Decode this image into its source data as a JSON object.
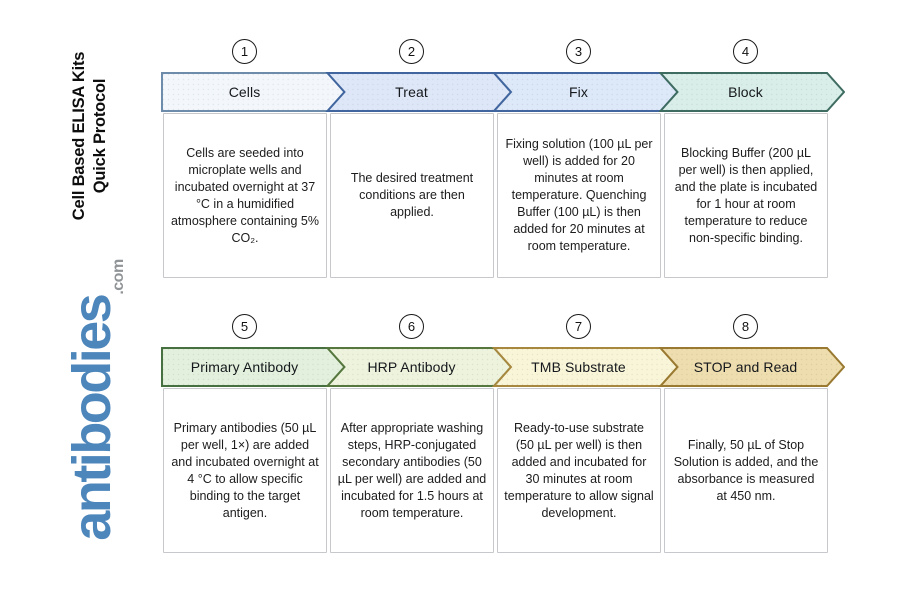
{
  "sidebar": {
    "title_line1": "Cell Based ELISA Kits",
    "title_line2": "Quick Protocol",
    "logo_main": "antibodies",
    "logo_suffix": ".com"
  },
  "steps": [
    {
      "number": "1",
      "label": "Cells",
      "description": "Cells are seeded into microplate wells and incubated overnight at 37 °C in a humidified atmosphere containing 5% CO₂.",
      "fill": "#f3f7fb",
      "border": "#6d8cab"
    },
    {
      "number": "2",
      "label": "Treat",
      "description": "The desired treatment conditions are then applied.",
      "fill": "#dee7f7",
      "border": "#41669f"
    },
    {
      "number": "3",
      "label": "Fix",
      "description": "Fixing solution (100 µL per well) is added for 20 minutes at room temperature. Quenching Buffer (100 µL) is then added for 20 minutes at room temperature.",
      "fill": "#dde8f8",
      "border": "#41669f"
    },
    {
      "number": "4",
      "label": "Block",
      "description": "Blocking Buffer (200 µL per well) is then applied, and the plate is incubated for 1 hour at room temperature to reduce non-specific binding.",
      "fill": "#d9eee8",
      "border": "#3e6c60"
    },
    {
      "number": "5",
      "label": "Primary Antibody",
      "description": "Primary antibodies (50 µL per well, 1×) are added and incubated overnight at 4 °C to allow specific binding to the target antigen.",
      "fill": "#e3f0dd",
      "border": "#477040"
    },
    {
      "number": "6",
      "label": "HRP Antibody",
      "description": "After appropriate washing steps, HRP-conjugated secondary antibodies (50 µL per well) are added and incubated for 1.5 hours at room temperature.",
      "fill": "#edf3dc",
      "border": "#56783e"
    },
    {
      "number": "7",
      "label": "TMB Substrate",
      "description": "Ready-to-use substrate (50 µL per well) is then added and incubated for 30 minutes at room temperature to allow signal development.",
      "fill": "#f9f5d8",
      "border": "#a8873e"
    },
    {
      "number": "8",
      "label": "STOP and Read",
      "description": "Finally, 50 µL of Stop Solution is added, and the absorbance is measured at 450 nm.",
      "fill": "#eeddae",
      "border": "#9a7930"
    }
  ],
  "colors": {
    "logo_blue": "#4d86bb",
    "logo_gray": "#909497",
    "box_border": "#c6c8cc",
    "body_text": "#1c1c1e"
  }
}
